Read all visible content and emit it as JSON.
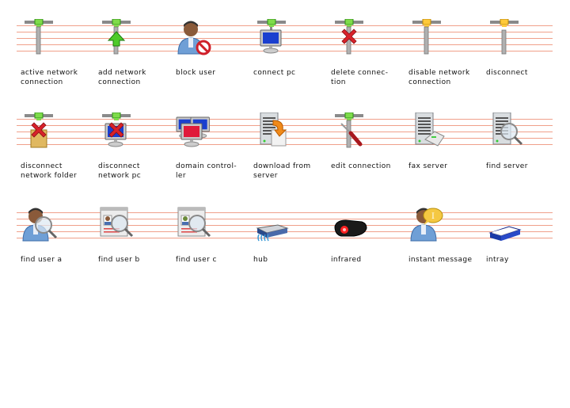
{
  "rows": [
    {
      "items": [
        {
          "label": "active network\nconnection",
          "icon": "network-connector-green-icon"
        },
        {
          "label": "add network\nconnection",
          "icon": "add-network-arrow-icon"
        },
        {
          "label": "block user",
          "icon": "user-blocked-icon"
        },
        {
          "label": "connect pc",
          "icon": "connect-pc-icon"
        },
        {
          "label": "delete connec-\ntion",
          "icon": "delete-connection-icon"
        },
        {
          "label": "disable network\nconnection",
          "icon": "network-connector-yellow-icon"
        },
        {
          "label": "disconnect",
          "icon": "disconnect-icon"
        }
      ]
    },
    {
      "items": [
        {
          "label": "disconnect\nnetwork folder",
          "icon": "disconnect-folder-icon"
        },
        {
          "label": "disconnect\nnetwork pc",
          "icon": "disconnect-pc-icon"
        },
        {
          "label": "domain control-\nler",
          "icon": "domain-controller-icon"
        },
        {
          "label": "download from\nserver",
          "icon": "download-server-icon"
        },
        {
          "label": "edit connection",
          "icon": "edit-connection-icon"
        },
        {
          "label": "fax server",
          "icon": "fax-server-icon"
        },
        {
          "label": "find server",
          "icon": "find-server-icon"
        }
      ]
    },
    {
      "items": [
        {
          "label": "find user a",
          "icon": "find-user-a-icon"
        },
        {
          "label": "find user b",
          "icon": "find-user-b-icon"
        },
        {
          "label": "find user c",
          "icon": "find-user-c-icon"
        },
        {
          "label": "hub",
          "icon": "hub-icon"
        },
        {
          "label": "infrared",
          "icon": "infrared-icon"
        },
        {
          "label": "instant message",
          "icon": "instant-message-icon"
        },
        {
          "label": "intray",
          "icon": "intray-icon"
        }
      ]
    }
  ]
}
